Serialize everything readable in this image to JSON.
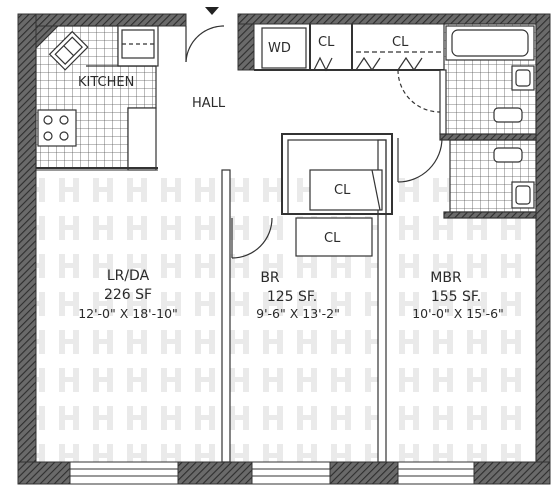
{
  "rooms": {
    "kitchen": "KITCHEN",
    "hall": "HALL",
    "wd": "WD",
    "cl_hall_1": "CL",
    "cl_hall_2": "CL",
    "cl_mid_1": "CL",
    "cl_mid_2": "CL",
    "lrda": {
      "name": "LR/DA",
      "area": "226 SF",
      "dims": "12'-0\" X 18'-10\""
    },
    "br": {
      "name": "BR",
      "area": "125 SF.",
      "dims": "9'-6\" X 13'-2\""
    },
    "mbr": {
      "name": "MBR",
      "area": "155 SF.",
      "dims": "10'-0\" X 15'-6\""
    }
  },
  "colors": {
    "wall": "#444444",
    "line": "#333333",
    "watermark": "#e6e6e6"
  }
}
